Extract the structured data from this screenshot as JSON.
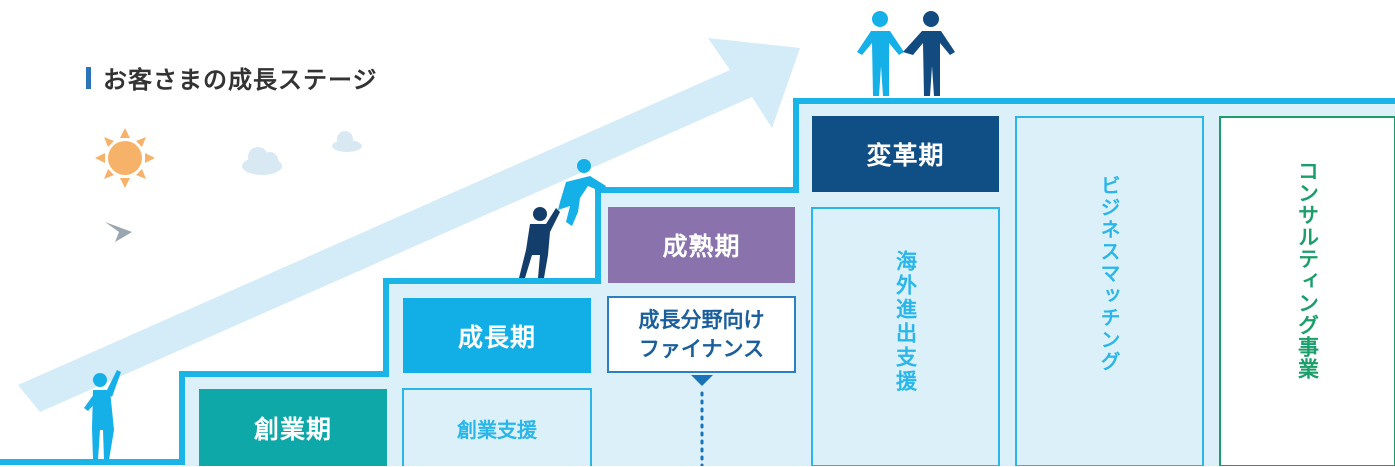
{
  "title": "お客さまの成長ステージ",
  "stages": {
    "founding": "創業期",
    "growth": "成長期",
    "maturity": "成熟期",
    "transformation": "変革期"
  },
  "services": {
    "startup_support": "創業支援",
    "finance_line1": "成長分野向け",
    "finance_line2": "ファイナンス",
    "overseas": "海外進出支援",
    "matching": "ビジネスマッチング",
    "consulting": "コンサルティング事業"
  },
  "colors": {
    "step_line": "#1ab4e6",
    "step_fill": "#dcf0fa",
    "arrow": "#d4ebf8",
    "founding": "#0fa8a8",
    "growth": "#12aee6",
    "maturity": "#8a72ad",
    "transformation": "#104f86",
    "consulting_text": "#1a9e6a"
  },
  "icons": [
    "sun-icon",
    "cloud-icon",
    "bird-icon",
    "person-cheering-icon",
    "people-climbing-icon",
    "people-holding-hands-icon"
  ]
}
